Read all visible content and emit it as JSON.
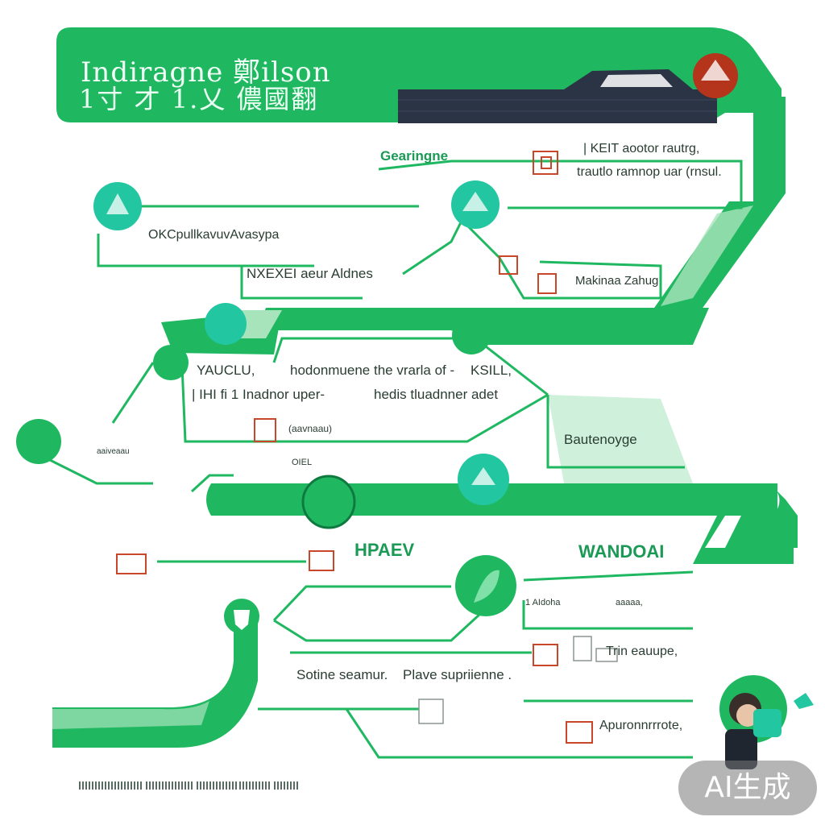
{
  "header": {
    "title_line1": "Indiragne 鄭ilson",
    "title_line2": "1寸 才 1.乂 儂國翻",
    "accent": "#1fb861",
    "accent_dark": "#16a34a",
    "bar_color": "#2b3445"
  },
  "labels": {
    "gearing": "Gearingne",
    "kelt_1": "| KEIT aootor rautrg,",
    "kelt_2": "trautlo ramnop uar (rnsul.",
    "okc": "OKCpullkavuvAvasypa",
    "nexe": "NXEXEI aeur Aldnes",
    "mekina": "Makinaa Zahug",
    "yaucl": "YAUCLU,",
    "hod_1": "hodonmuene the vrarla of -",
    "hod_2": "hedis tluadnner adet",
    "ksill": "KSILL,",
    "inadnor": "| IHI fi 1 Inadnor uper-",
    "small_paren": "(aavnaau)",
    "tiny_left": "aaiveaau",
    "oie": "OIEL",
    "bauleno": "Bautenoyge",
    "hpaev": "HPAEV",
    "wandoai": "WANDOAI",
    "row_small_a": "1 AIdoha",
    "row_small_b": "aaaaa,",
    "trin": "Trin eauupe,",
    "sotine": "Sotine seamur.",
    "plave": "Plave supriienne .",
    "apun": "Apuronnrrrote,"
  },
  "colors": {
    "red_accent": "#c8472a",
    "red_disc": "#b5341c",
    "teal": "#22c6a0",
    "light_green": "#a7e3bb"
  },
  "watermark": {
    "text": "AI生成"
  }
}
